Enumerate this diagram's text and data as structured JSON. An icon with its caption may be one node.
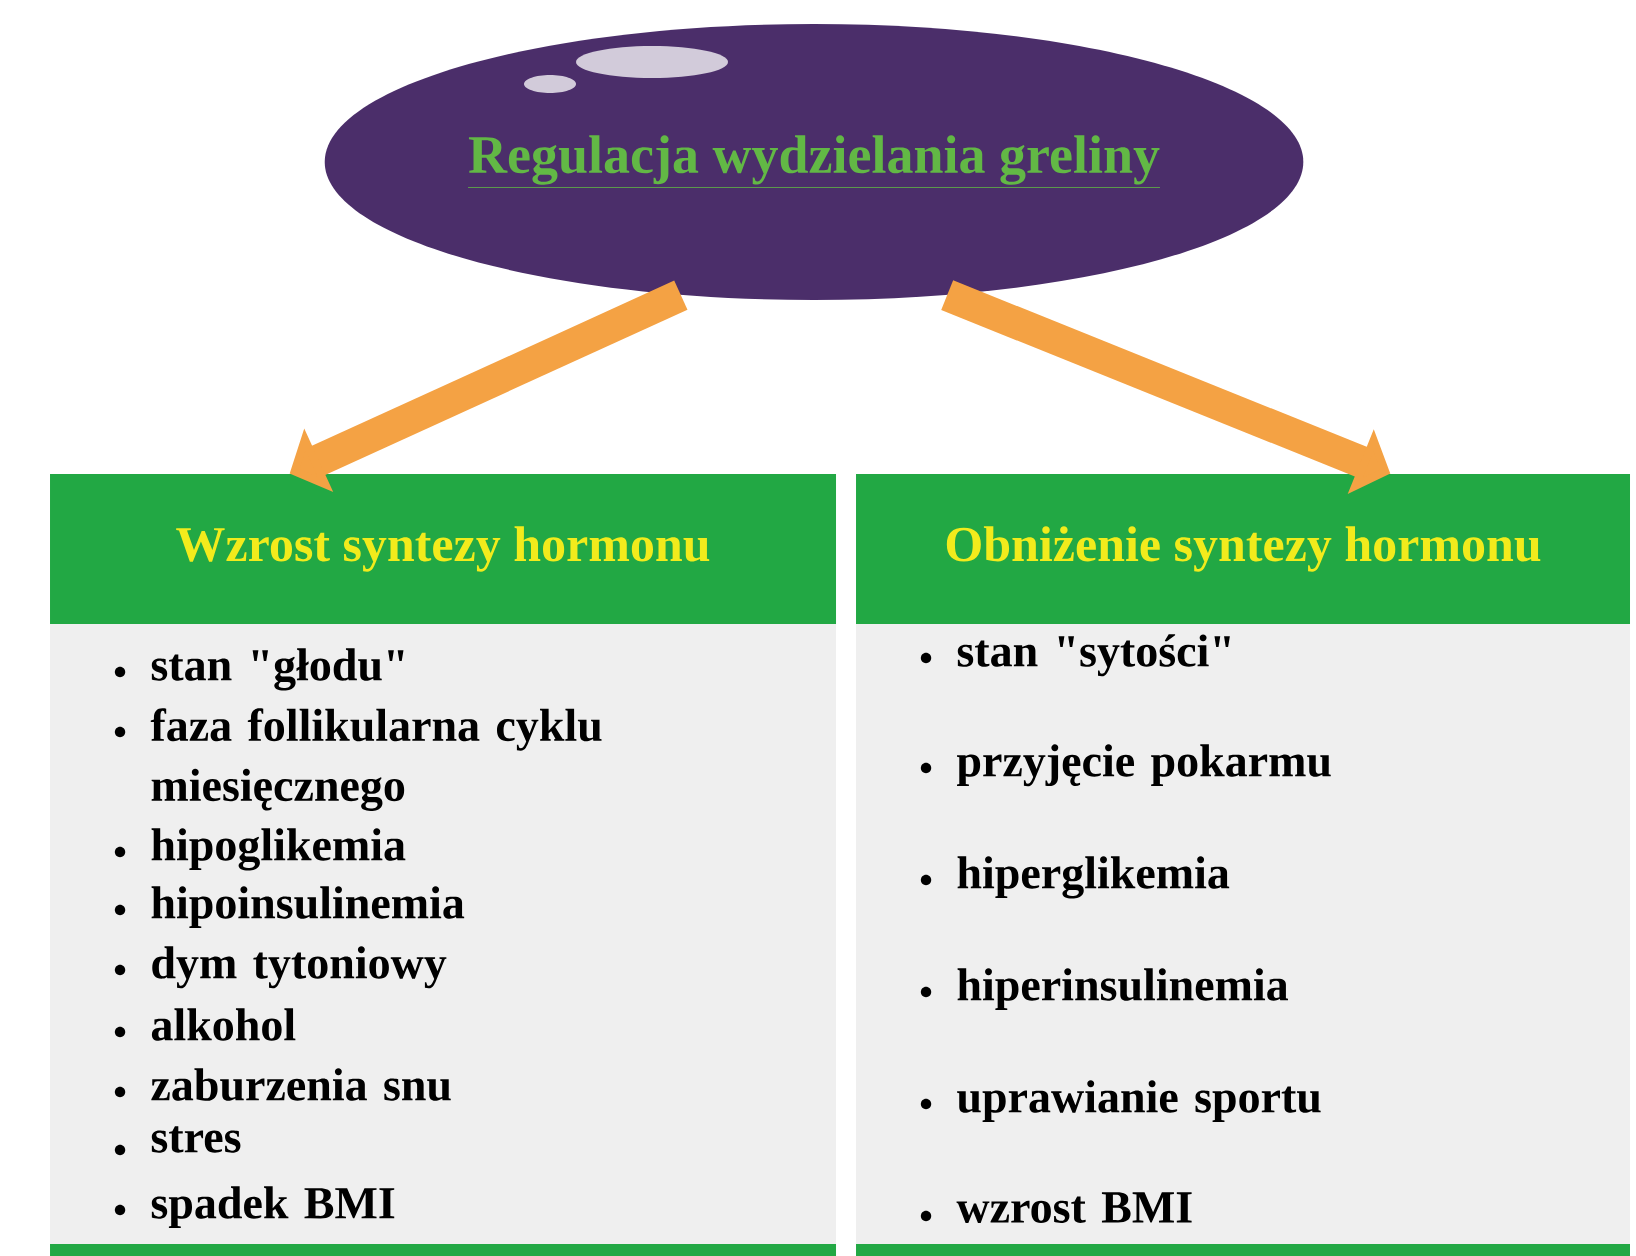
{
  "diagram": {
    "nodes": [
      {
        "text": [
          "Regulacja wydzielania greliny"
        ]
      },
      {
        "text": [
          "Wzrost syntezy hormonu"
        ]
      },
      {
        "text": [
          "Obniżenie syntezy hormonu"
        ]
      },
      {
        "text": [
          "stan \"głodu\"",
          "faza follikularna cyklu miesięcznego",
          "hipoglikemia",
          "hipoinsulinemia",
          "dym tytoniowy",
          "alkohol",
          "zaburzenia snu",
          "stres",
          "spadek BMI"
        ]
      },
      {
        "text": [
          "stan \"sytości\"",
          "przyjęcie pokarmu",
          "hiperglikemia",
          "hiperinsulinemia",
          "uprawianie sportu",
          "wzrost BMI"
        ]
      }
    ],
    "edges": [
      {
        "from": 0,
        "to": 1,
        "arrow": "to"
      },
      {
        "from": 0,
        "to": 2,
        "arrow": "to"
      }
    ]
  }
}
